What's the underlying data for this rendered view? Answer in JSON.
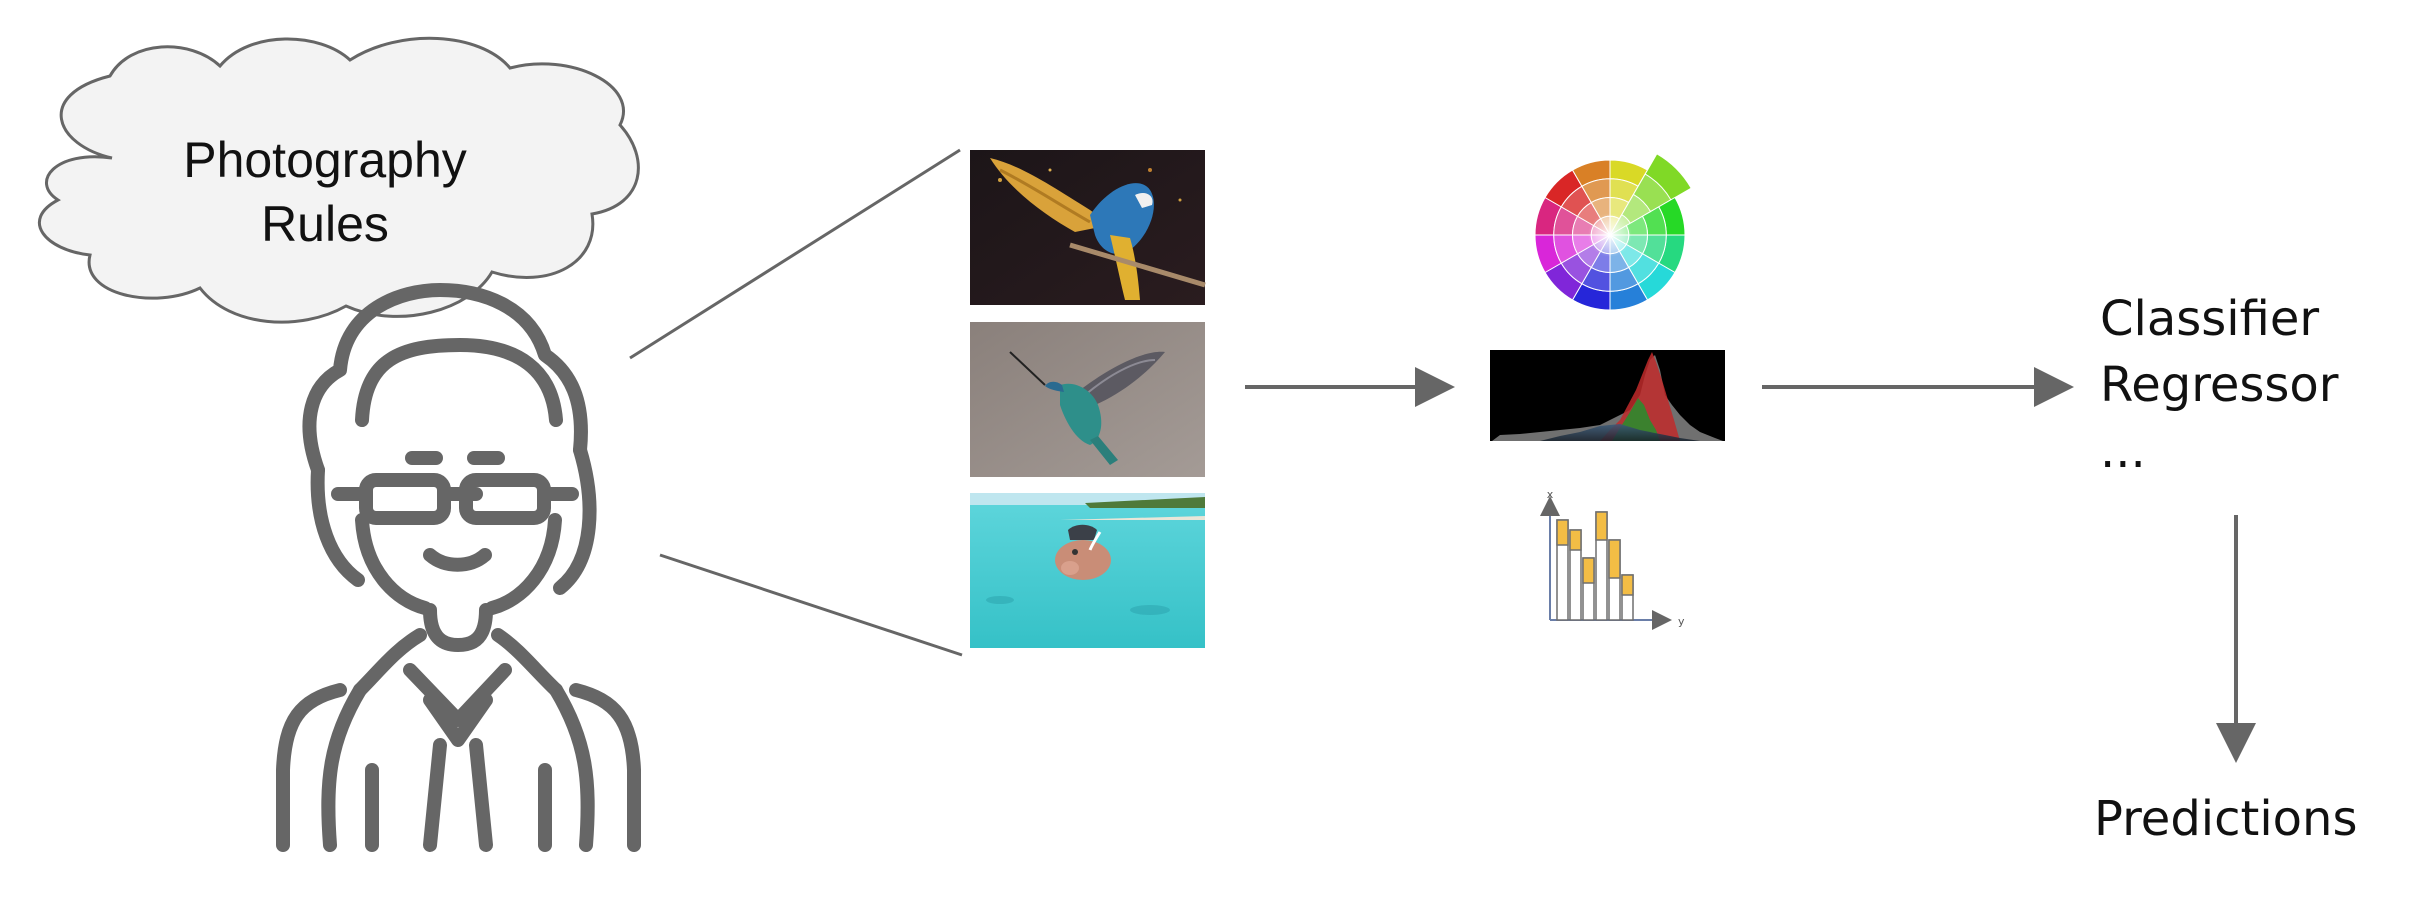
{
  "cloud": {
    "line1": "Photography",
    "line2": "Rules"
  },
  "models": {
    "line1": "Classifier",
    "line2": "Regressor",
    "line3": "..."
  },
  "output": {
    "label": "Predictions"
  },
  "histogram_chart": {
    "x_axis_letter": "x",
    "y_axis_letter": "y"
  },
  "colors": {
    "stroke": "#666666",
    "cloud_fill": "#f3f3f3",
    "bar_fill": "#f3bd45"
  },
  "images": [
    {
      "icon": "parrot-photo"
    },
    {
      "icon": "hummingbird-photo"
    },
    {
      "icon": "swimming-pig-photo"
    }
  ]
}
